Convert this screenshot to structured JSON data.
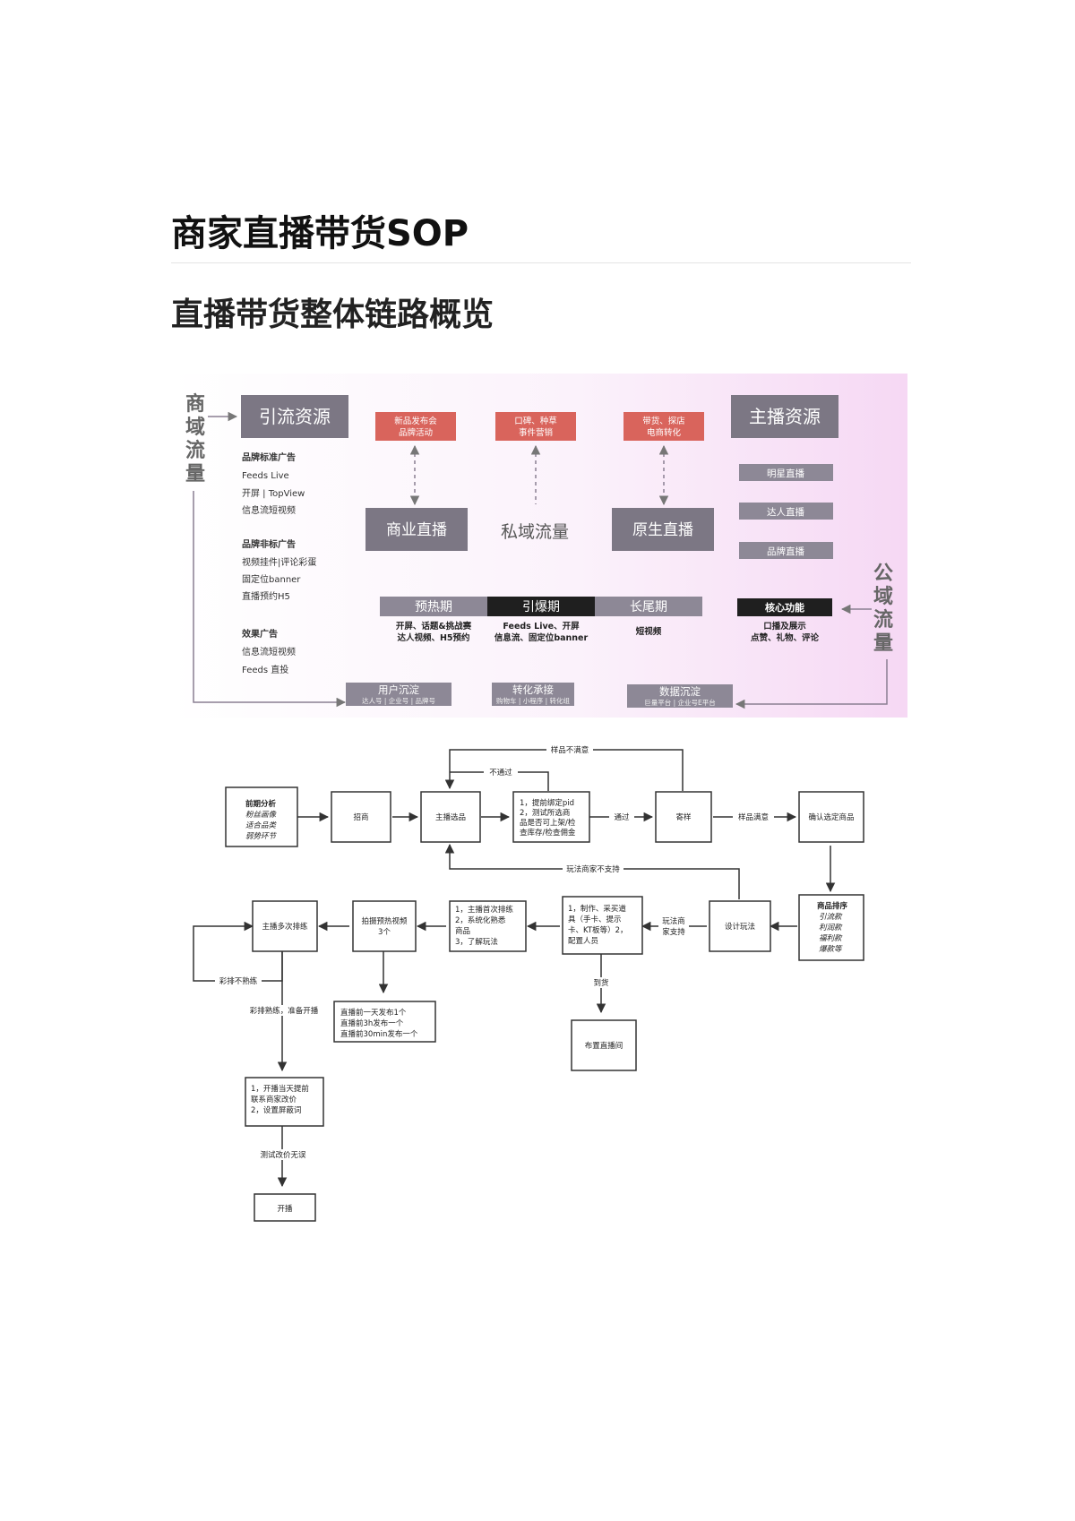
{
  "page": {
    "title": "商家直播带货SOP",
    "subtitle": "直播带货整体链路概览"
  },
  "overview": {
    "left_vertical": [
      "商",
      "域",
      "流",
      "量"
    ],
    "right_vertical": [
      "公",
      "域",
      "流",
      "量"
    ],
    "traffic_source": "引流资源",
    "anchor_resource": "主播资源",
    "ad_groups": [
      {
        "title": "品牌标准广告",
        "items": [
          "Feeds Live",
          "开屏 | TopView",
          "信息流短视频"
        ]
      },
      {
        "title": "品牌非标广告",
        "items": [
          "视频挂件|评论彩蛋",
          "固定位banner",
          "直播预约H5"
        ]
      },
      {
        "title": "效果广告",
        "items": [
          "信息流短视频",
          "Feeds 直投"
        ]
      }
    ],
    "red_tags": [
      {
        "line1": "新品发布会",
        "line2": "品牌活动"
      },
      {
        "line1": "口碑、种草",
        "line2": "事件营销"
      },
      {
        "line1": "带货、探店",
        "line2": "电商转化"
      }
    ],
    "commercial_live": "商业直播",
    "private_traffic": "私域流量",
    "native_live": "原生直播",
    "anchor_types": [
      "明星直播",
      "达人直播",
      "品牌直播"
    ],
    "phases": [
      {
        "name": "预热期",
        "desc1": "开屏、话题&挑战赛",
        "desc2": "达人视频、H5预约"
      },
      {
        "name": "引爆期",
        "desc1": "Feeds Live、开屏",
        "desc2": "信息流、固定位banner"
      },
      {
        "name": "长尾期",
        "desc1": "短视频",
        "desc2": ""
      }
    ],
    "core_function": {
      "name": "核心功能",
      "desc1": "口播及展示",
      "desc2": "点赞、礼物、评论"
    },
    "bottom_boxes": [
      {
        "name": "用户沉淀",
        "desc": "达人号 | 企业号 | 品牌号"
      },
      {
        "name": "转化承接",
        "desc": "购物车 | 小程序 | 转化组"
      },
      {
        "name": "数据沉淀",
        "desc": "巨量平台 | 企业号E平台"
      }
    ]
  },
  "flow": {
    "pre_analysis": {
      "title": "前期分析",
      "lines": [
        "粉丝画像",
        "适合品类",
        "弱势环节"
      ]
    },
    "recruit": "招商",
    "select": "主播选品",
    "check": [
      "1，提前绑定pid",
      "2，测试所选商",
      "品是否可上架/检",
      "查库存/检查佣金"
    ],
    "sample": "寄样",
    "confirm": "确认选定商品",
    "product_sort": {
      "title": "商品排序",
      "lines": [
        "引流款",
        "利润款",
        "福利款",
        "爆款等"
      ]
    },
    "design": "设计玩法",
    "make": [
      "1，制作、采买道",
      "具（手卡、提示",
      "卡、KT板等）2，",
      "配置人员"
    ],
    "first_rehearsal": [
      "1，主播首次排练",
      "2，系统化熟悉",
      "商品",
      "3，了解玩法"
    ],
    "shoot_preheat": [
      "拍摄预热视频",
      "3个"
    ],
    "multi_rehearsal": "主播多次排练",
    "publish": [
      "直播前一天发布1个",
      "直播前3h发布一个",
      "直播前30min发布一个"
    ],
    "setup": "布置直播间",
    "day_prep": [
      "1，开播当天提前",
      "联系商家改价",
      "2，设置屏蔽词"
    ],
    "start": "开播",
    "labels": {
      "sample_unsatisfied": "样品不满意",
      "not_pass": "不通过",
      "pass": "通过",
      "sample_satisfied": "样品满意",
      "play_not_supported": "玩法商家不支持",
      "play_supported": [
        "玩法商",
        "家支持"
      ],
      "arrived": "到货",
      "rehearsal_unskilled": "彩排不熟练",
      "rehearsal_skilled": "彩排熟练，准备开播",
      "test_ok": "测试改价无误"
    }
  }
}
